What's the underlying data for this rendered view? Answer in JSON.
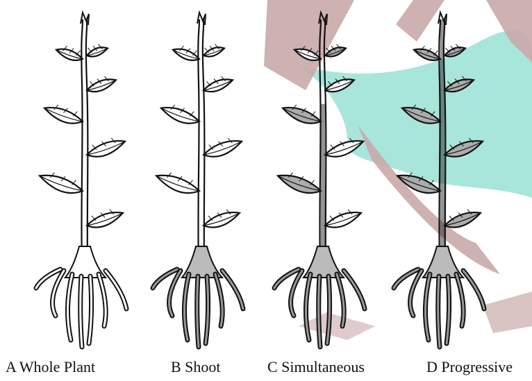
{
  "figure": {
    "panels": [
      {
        "letter": "A",
        "caption": "A Whole Plant"
      },
      {
        "letter": "B",
        "caption": "B Shoot"
      },
      {
        "letter": "C",
        "caption": "C Simultaneous"
      },
      {
        "letter": "D",
        "caption": "D Progressive"
      }
    ]
  },
  "colors": {
    "ink": "#111111",
    "watermark_rose": "#c9a9a9",
    "watermark_teal": "#9fe3d8",
    "background": "#ffffff"
  },
  "icons": [
    "leaf-icon",
    "stem-icon",
    "root-icon",
    "watermark-logo"
  ]
}
